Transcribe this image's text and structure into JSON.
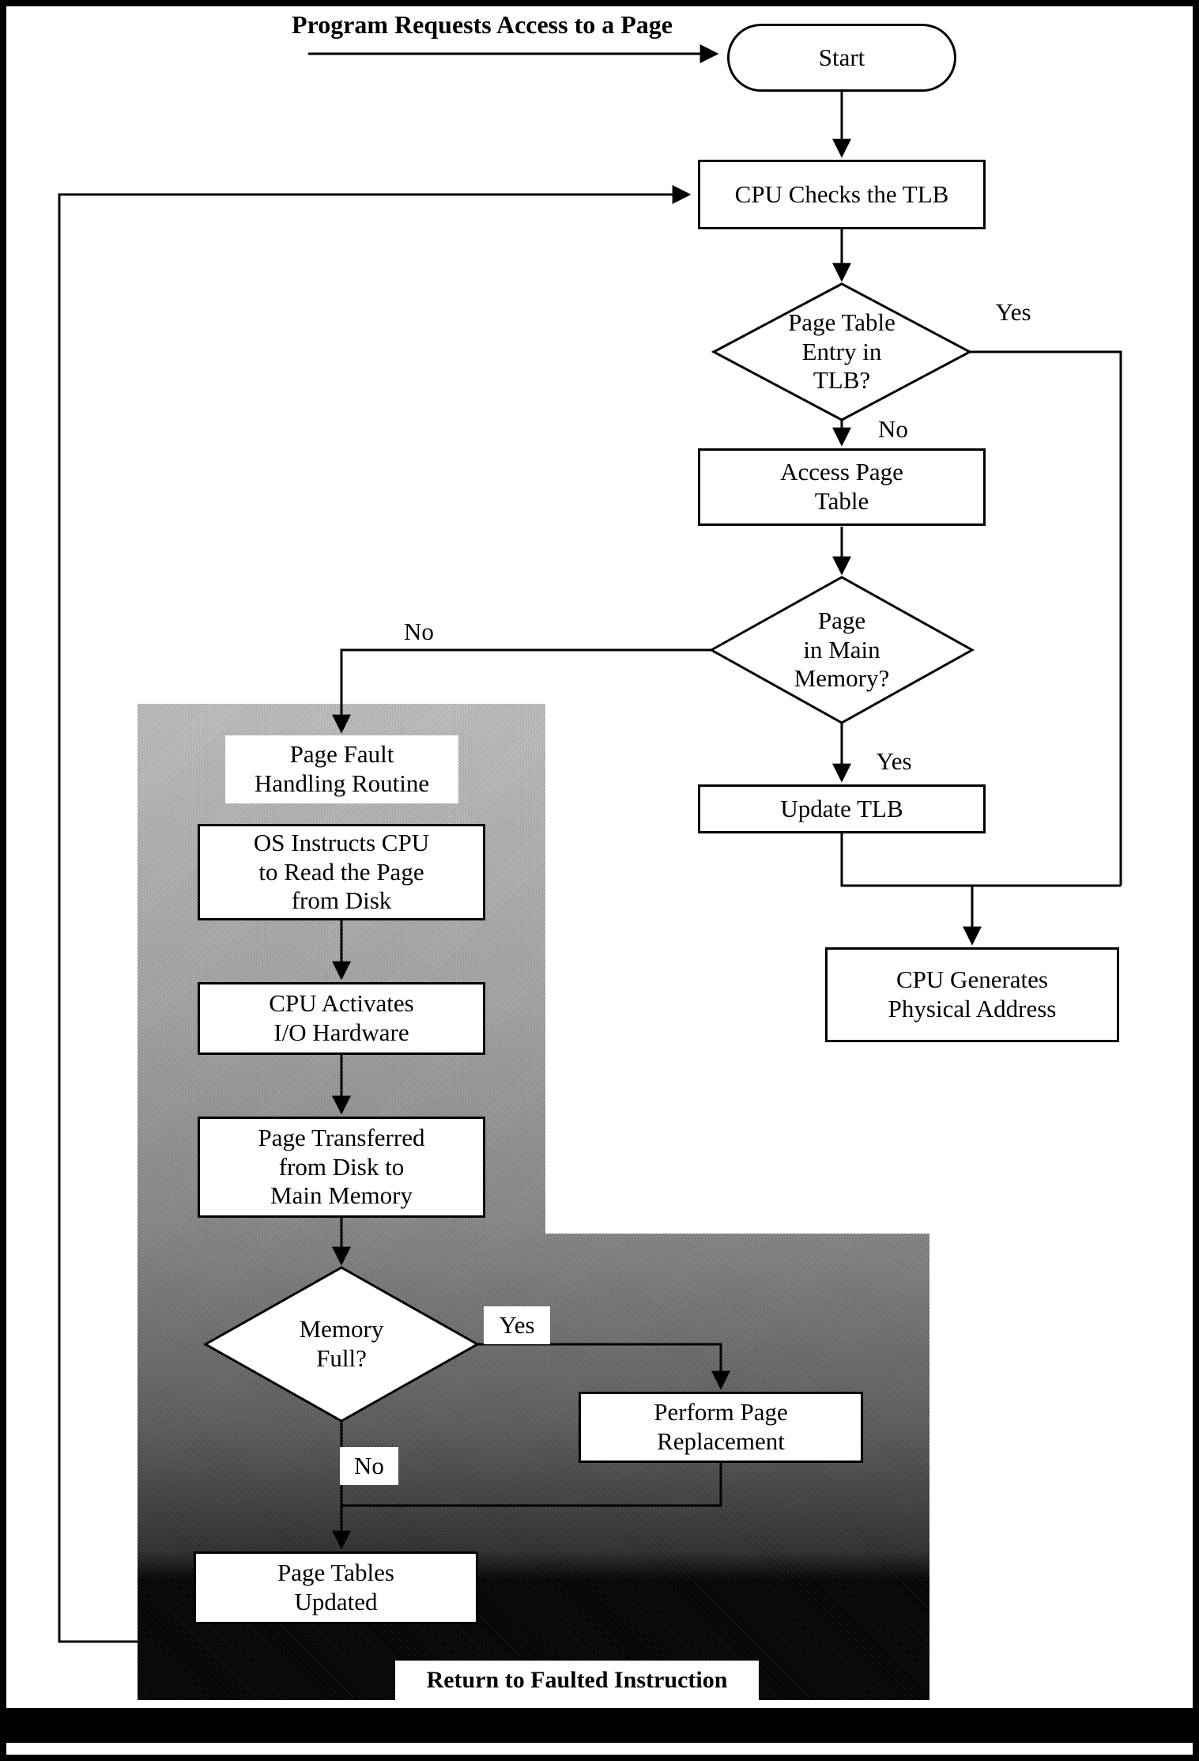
{
  "title": "Program Requests Access to a Page",
  "nodes": {
    "start": "Start",
    "cpu_checks_tlb": "CPU Checks the TLB",
    "pte_in_tlb": "Page Table\nEntry in\nTLB?",
    "access_page_table": "Access Page\nTable",
    "page_in_main_memory": "Page\nin Main\nMemory?",
    "update_tlb": "Update TLB",
    "cpu_generates_physical_address": "CPU Generates\nPhysical Address",
    "page_fault_handling_routine": "Page Fault\nHandling Routine",
    "os_instructs_cpu": "OS Instructs CPU\nto Read the Page\nfrom Disk",
    "cpu_activates_io": "CPU Activates\nI/O Hardware",
    "page_transferred": "Page Transferred\nfrom Disk to\nMain Memory",
    "memory_full": "Memory\nFull?",
    "perform_page_replacement": "Perform Page\nReplacement",
    "page_tables_updated": "Page Tables\nUpdated",
    "return_to_faulted_instruction": "Return to Faulted Instruction"
  },
  "edge_labels": {
    "pte_yes": "Yes",
    "pte_no": "No",
    "mm_no": "No",
    "mm_yes": "Yes",
    "full_yes": "Yes",
    "full_no": "No"
  },
  "colors": {
    "ink": "#000000",
    "paper": "#ffffff"
  }
}
